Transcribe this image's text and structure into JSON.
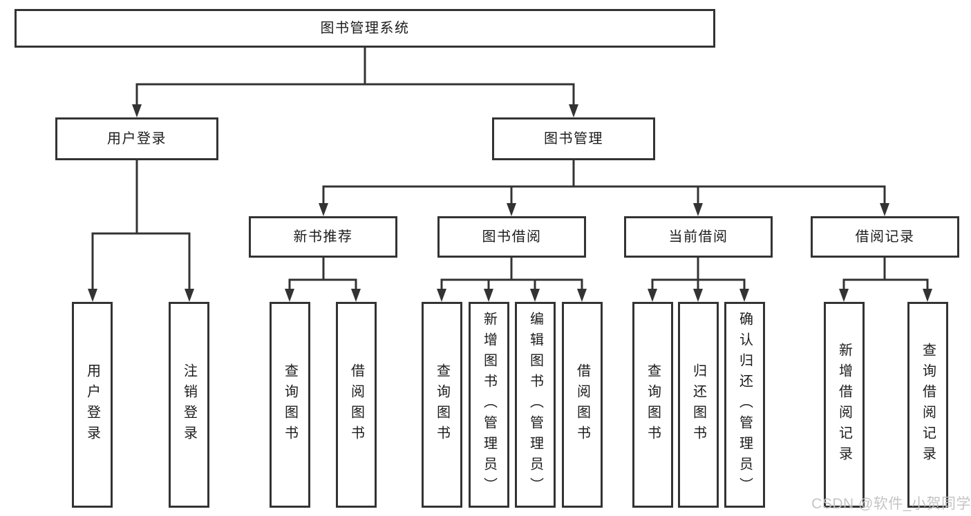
{
  "tree": {
    "root": {
      "label": "图书管理系统",
      "children": [
        {
          "label": "用户登录",
          "children": [
            {
              "label": "用户登录"
            },
            {
              "label": "注销登录"
            }
          ]
        },
        {
          "label": "图书管理",
          "children": [
            {
              "label": "新书推荐",
              "children": [
                {
                  "label": "查询图书"
                },
                {
                  "label": "借阅图书"
                }
              ]
            },
            {
              "label": "图书借阅",
              "children": [
                {
                  "label": "查询图书"
                },
                {
                  "label": "新增图书（管理员）"
                },
                {
                  "label": "编辑图书（管理员）"
                },
                {
                  "label": "借阅图书"
                }
              ]
            },
            {
              "label": "当前借阅",
              "children": [
                {
                  "label": "查询图书"
                },
                {
                  "label": "归还图书"
                },
                {
                  "label": "确认归还（管理员）"
                }
              ]
            },
            {
              "label": "借阅记录",
              "children": [
                {
                  "label": "新增借阅记录"
                },
                {
                  "label": "查询借阅记录"
                }
              ]
            }
          ]
        }
      ]
    }
  },
  "watermark": {
    "text": "CSDN @软件_小贺同学"
  },
  "colors": {
    "line": "#333333",
    "text": "#1c1c1c",
    "background": "#ffffff",
    "watermark": "#c1c1c1"
  }
}
